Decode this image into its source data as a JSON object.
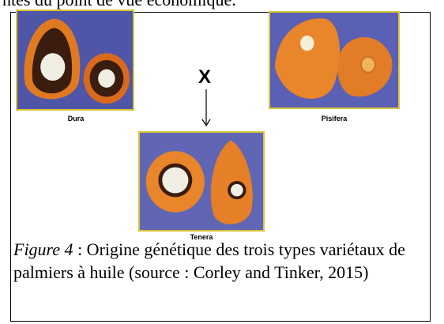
{
  "page": {
    "top_text": "ntes du point de vue économique."
  },
  "figure": {
    "cross_symbol": "X",
    "photos": [
      {
        "label": "Dura"
      },
      {
        "label": "Pisifera"
      },
      {
        "label": "Tenera"
      }
    ],
    "caption_label": "Figure 4",
    "caption_text": " : Origine génétique des trois types variétaux de palmiers à huile (source : Corley and Tinker, 2015)"
  },
  "colors": {
    "photo_background": "#5b5fb0",
    "photo_border": "#d8c53a",
    "fruit_orange": "#e9852a",
    "fruit_dark": "#3a1d0e",
    "kernel": "#f1efe4"
  }
}
